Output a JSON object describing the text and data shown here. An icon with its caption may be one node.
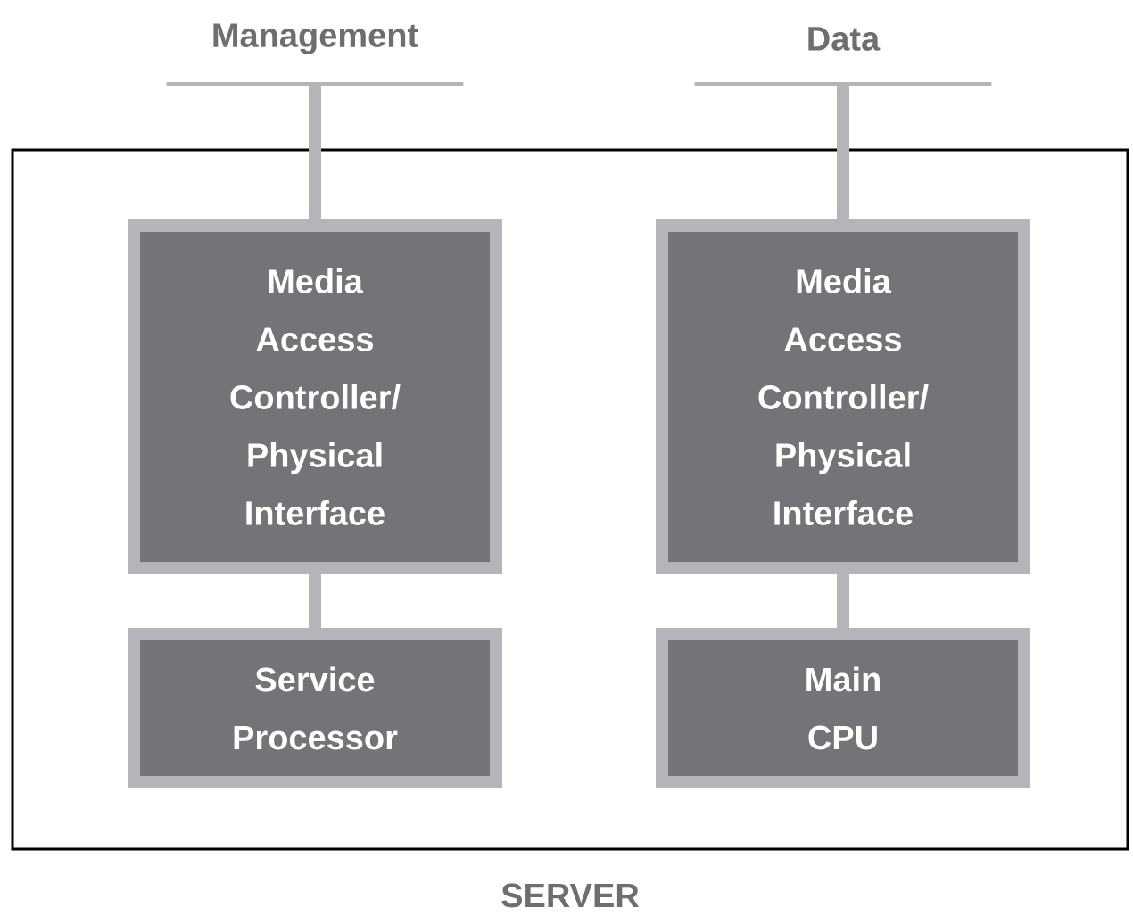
{
  "diagram": {
    "nodes": [
      {
        "text": [
          "Management"
        ]
      },
      {
        "text": [
          "Data"
        ]
      },
      {
        "text": [
          "SERVER"
        ]
      },
      {
        "text": [
          "Media Access Controller/ Physical Interface"
        ],
        "in": 2
      },
      {
        "text": [
          "Service Processor"
        ],
        "in": 2
      },
      {
        "text": [
          "Media Access Controller/ Physical Interface"
        ],
        "in": 2
      },
      {
        "text": [
          "Main CPU"
        ],
        "in": 2
      }
    ],
    "edges": [
      {
        "from": 0,
        "to": 3,
        "arrow": "none"
      },
      {
        "from": 3,
        "to": 4,
        "arrow": "none"
      },
      {
        "from": 1,
        "to": 5,
        "arrow": "none"
      },
      {
        "from": 5,
        "to": 6,
        "arrow": "none"
      }
    ]
  }
}
